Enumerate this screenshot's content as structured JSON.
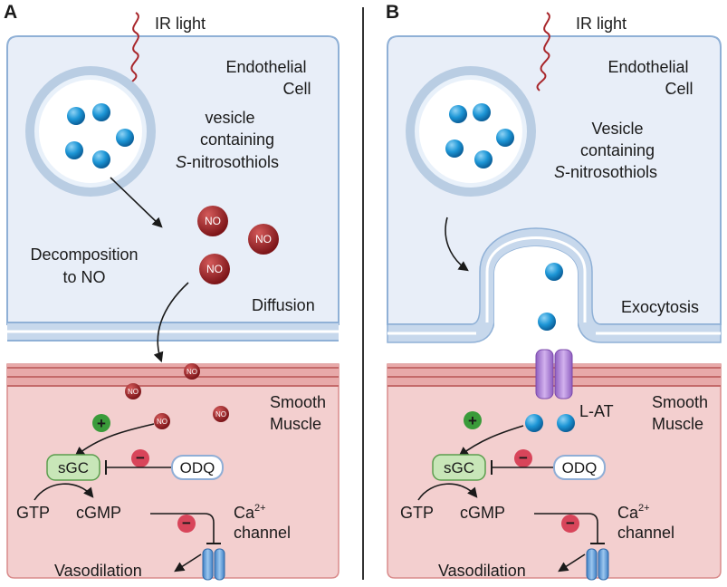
{
  "panel_a": {
    "letter": "A",
    "ir_light": "IR light",
    "cell_line1": "Endothelial",
    "cell_line2": "Cell",
    "vesicle_line1": "vesicle",
    "vesicle_line2": "containing",
    "vesicle_line3_italic": "S",
    "vesicle_line3_rest": "-nitrosothiols",
    "decomposition_line1": "Decomposition",
    "decomposition_line2": "to NO",
    "no_label": "NO",
    "diffusion": "Diffusion",
    "smooth_line1": "Smooth",
    "smooth_line2": "Muscle",
    "plus": "+",
    "minus": "−",
    "sgc": "sGC",
    "odq": "ODQ",
    "gtp": "GTP",
    "cgmp": "cGMP",
    "ca": "Ca",
    "ca_sup": "2+",
    "channel": "channel",
    "vasodilation": "Vasodilation"
  },
  "panel_b": {
    "letter": "B",
    "ir_light": "IR light",
    "cell_line1": "Endothelial",
    "cell_line2": "Cell",
    "vesicle_line1": "Vesicle",
    "vesicle_line2": "containing",
    "vesicle_line3_italic": "S",
    "vesicle_line3_rest": "-nitrosothiols",
    "exocytosis": "Exocytosis",
    "lat": "L-AT",
    "smooth_line1": "Smooth",
    "smooth_line2": "Muscle",
    "plus": "+",
    "minus": "−",
    "sgc": "sGC",
    "odq": "ODQ",
    "gtp": "GTP",
    "cgmp": "cGMP",
    "ca": "Ca",
    "ca_sup": "2+",
    "channel": "channel",
    "vasodilation": "Vasodilation"
  },
  "colors": {
    "cell_fill": "#e8eef8",
    "cell_stroke": "#8fb0d6",
    "membrane": "#a9c2df",
    "muscle_fill": "#f3cfcf",
    "muscle_band": "#d98b8b",
    "no_sphere": "#9e1f24",
    "blue_sphere": "#1a8fd0",
    "sgc_fill": "#c8e6b8",
    "odq_fill": "#ffffff",
    "plus_green": "#3a9b3a",
    "minus_red": "#d8455a",
    "channel_blue": "#6ea7dd",
    "lat_purple": "#b38ad6"
  }
}
